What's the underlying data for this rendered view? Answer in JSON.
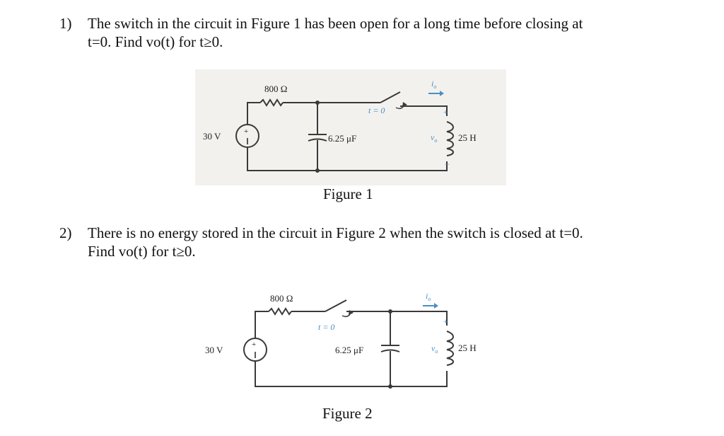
{
  "problem1": {
    "number": "1)",
    "line1": "The switch in the circuit in Figure 1 has been open for a long time before closing at",
    "line2": "t=0. Find vo(t) for t≥0."
  },
  "figure1": {
    "caption": "Figure 1",
    "resistor_label": "800 Ω",
    "source_label": "30 V",
    "switch_label": "t = 0",
    "capacitor_label": "6.25 μF",
    "inductor_label": "25 H",
    "voltage_label": "v",
    "voltage_sub": "o",
    "current_label": "i",
    "current_sub": "o",
    "plus": "+",
    "minus": "−"
  },
  "problem2": {
    "number": "2)",
    "line1": "There is no energy stored in the circuit in Figure 2 when the switch is closed at t=0.",
    "line2": "Find vo(t) for t≥0."
  },
  "figure2": {
    "caption": "Figure 2",
    "resistor_label": "800 Ω",
    "source_label": "30 V",
    "switch_label": "t = 0",
    "capacitor_label": "6.25 μF",
    "inductor_label": "25 H",
    "voltage_label": "v",
    "voltage_sub": "o",
    "current_label": "i",
    "current_sub": "o",
    "plus": "+",
    "minus": "−"
  },
  "colors": {
    "wire": "#3a3a3a",
    "annotation_blue": "#4a8fc4"
  }
}
